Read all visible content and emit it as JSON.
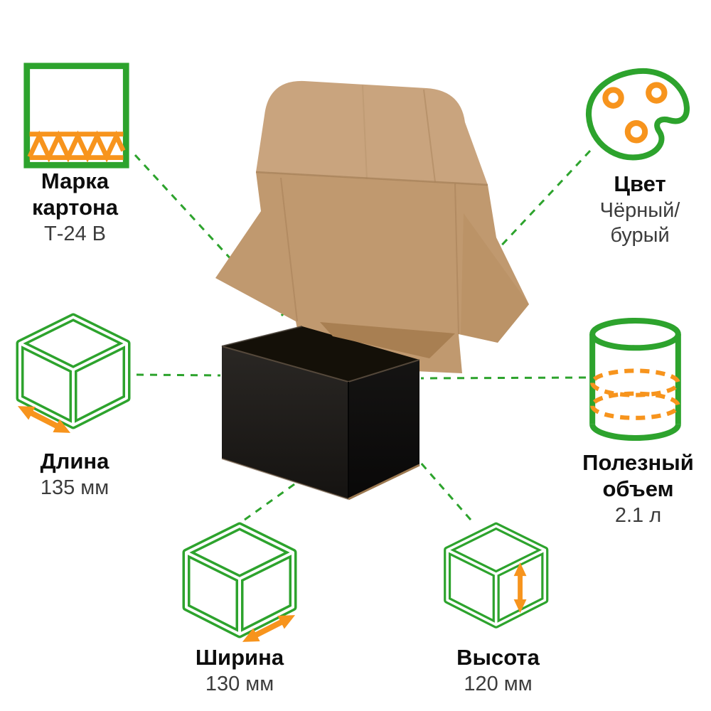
{
  "colors": {
    "green": "#2da32d",
    "orange": "#f7941d",
    "kraft": "#c7a27e",
    "kraft_dark": "#c0996f",
    "box_black": "#181512",
    "text": "#111111",
    "text_muted": "#3c3c3c"
  },
  "features": {
    "cardboard": {
      "label": "Марка картона",
      "value": "Т-24 В",
      "icon": "cardboard-grade-icon"
    },
    "color": {
      "label": "Цвет",
      "value": "Чёрный/\nбурый",
      "icon": "palette-icon"
    },
    "length": {
      "label": "Длина",
      "value": "135 мм",
      "icon": "cube-length-icon"
    },
    "volume": {
      "label": "Полезный объем",
      "value": "2.1 л",
      "icon": "cylinder-volume-icon"
    },
    "width": {
      "label": "Ширина",
      "value": "130 мм",
      "icon": "cube-width-icon"
    },
    "height": {
      "label": "Высота",
      "value": "120 мм",
      "icon": "cube-height-icon"
    }
  }
}
